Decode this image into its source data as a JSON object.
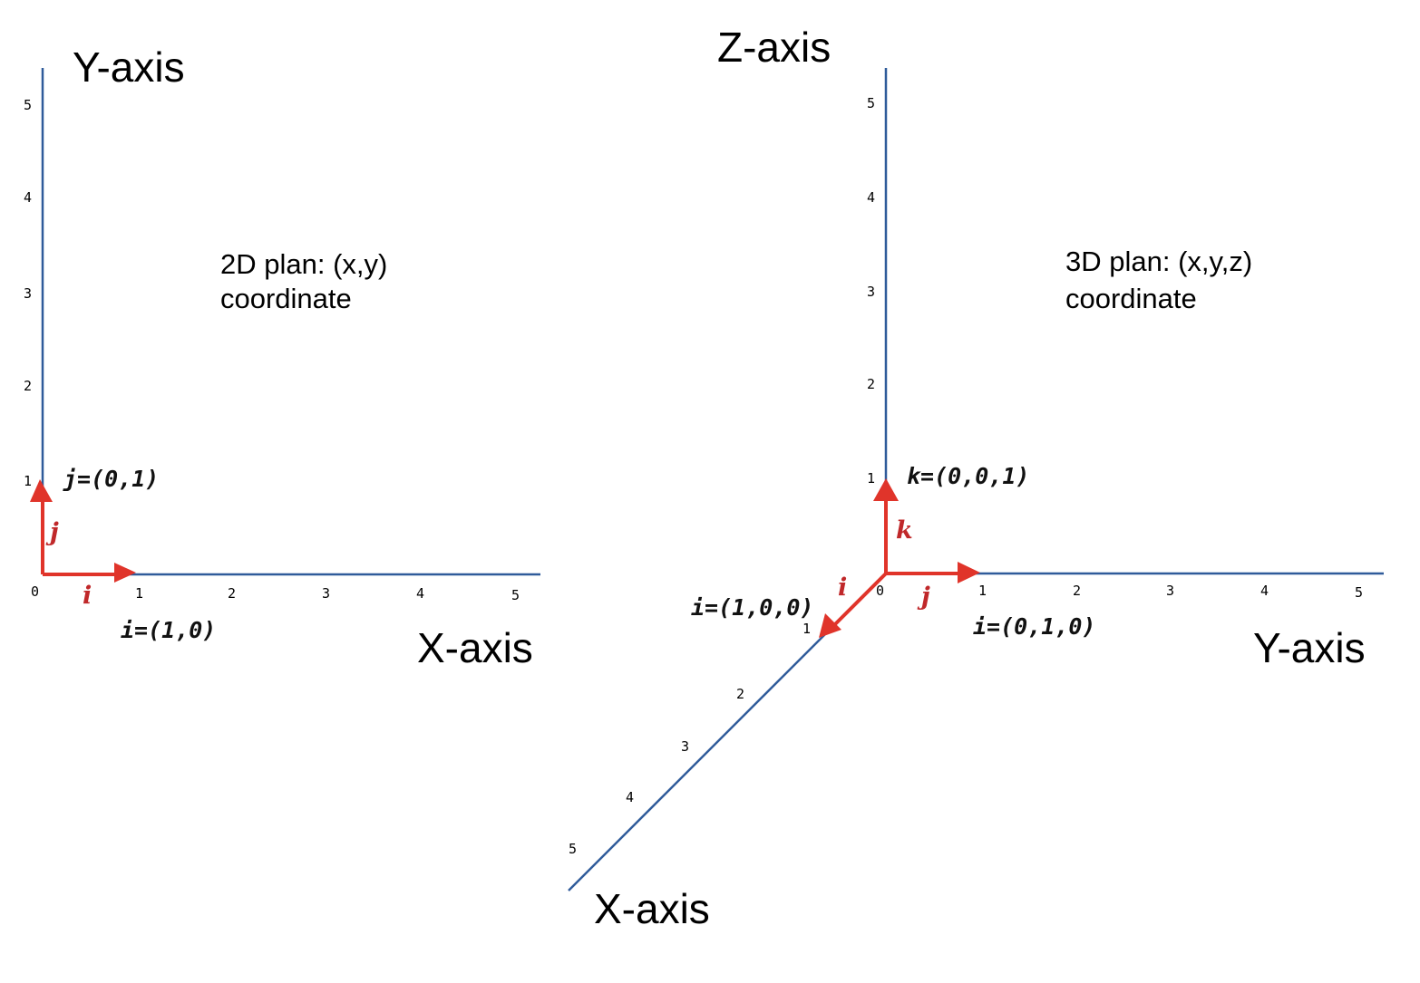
{
  "colors": {
    "axis": "#2f5b9a",
    "vector": "#e0342a",
    "vector_text": "#c0282a",
    "text": "#000000"
  },
  "diagram_2d": {
    "y_axis_title": "Y-axis",
    "x_axis_title": "X-axis",
    "caption_line1": "2D plan: (x,y)",
    "caption_line2": "coordinate",
    "origin_tick": "0",
    "x_ticks": [
      "1",
      "2",
      "3",
      "4",
      "5"
    ],
    "y_ticks": [
      "1",
      "2",
      "3",
      "4",
      "5"
    ],
    "i_name": "i",
    "j_name": "j",
    "i_vector": "i=(1,0)",
    "j_vector": "j=(0,1)"
  },
  "diagram_3d": {
    "z_axis_title": "Z-axis",
    "y_axis_title": "Y-axis",
    "x_axis_title": "X-axis",
    "caption_line1": "3D plan: (x,y,z)",
    "caption_line2": "coordinate",
    "origin_tick": "0",
    "z_ticks": [
      "1",
      "2",
      "3",
      "4",
      "5"
    ],
    "y_ticks": [
      "1",
      "2",
      "3",
      "4",
      "5"
    ],
    "x_ticks": [
      "1",
      "2",
      "3",
      "4",
      "5"
    ],
    "i_name": "i",
    "j_name": "j",
    "k_name": "k",
    "i_vector": "i=(1,0,0)",
    "j_vector": "i=(0,1,0)",
    "k_vector": "k=(0,0,1)"
  }
}
